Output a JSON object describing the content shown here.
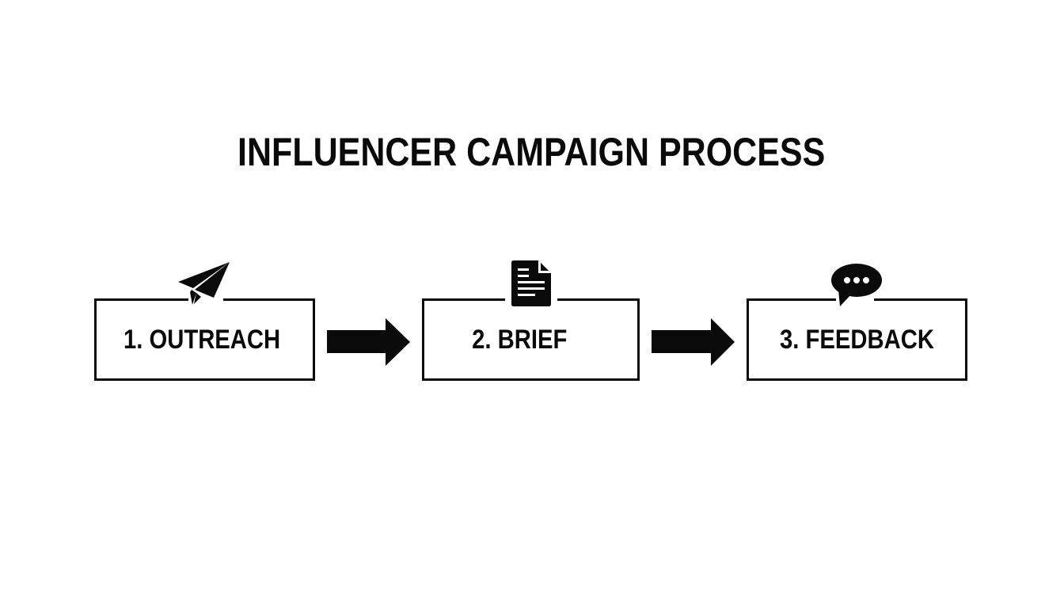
{
  "diagram": {
    "title": "INFLUENCER CAMPAIGN PROCESS",
    "steps": [
      {
        "number": 1,
        "label": "1. OUTREACH",
        "icon": "paper-plane-icon"
      },
      {
        "number": 2,
        "label": "2. BRIEF",
        "icon": "document-icon"
      },
      {
        "number": 3,
        "label": "3. FEEDBACK",
        "icon": "speech-bubble-icon"
      }
    ],
    "connectors": [
      {
        "from": 1,
        "to": 2,
        "icon": "arrow-right-icon"
      },
      {
        "from": 2,
        "to": 3,
        "icon": "arrow-right-icon"
      }
    ],
    "colors": {
      "ink": "#0a0a0a",
      "background": "#ffffff"
    }
  }
}
